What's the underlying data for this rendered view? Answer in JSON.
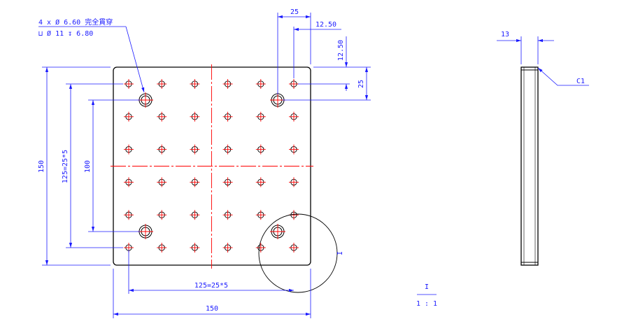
{
  "colors": {
    "outline": "#000000",
    "dimension": "#1a1aff",
    "centerline": "#ff0000"
  },
  "annotations": {
    "hole_callout_line1": "4 x Ø 6.60 完全貫穿",
    "hole_callout_line2": "⊔ Ø 11 ↧ 6.80"
  },
  "dimensions": {
    "overall_width": "150",
    "overall_height": "150",
    "grid_span_horizontal": "125=25*5",
    "grid_span_vertical": "125=25*5",
    "mount_hole_spacing": "100",
    "top_spacing": "25",
    "top_offset": "12.50",
    "side_offset": "12.50",
    "right_spacing": "25",
    "thickness": "13",
    "chamfer": "C1",
    "detail_label": "I"
  },
  "scale": {
    "label": "I",
    "ratio": "1 : 1"
  },
  "holes": {
    "grid_columns": 6,
    "grid_rows": 6,
    "counterbored_count": 4
  },
  "icons": {
    "diameter": "diameter-icon",
    "counterbore": "counterbore-icon",
    "depth": "depth-icon"
  }
}
